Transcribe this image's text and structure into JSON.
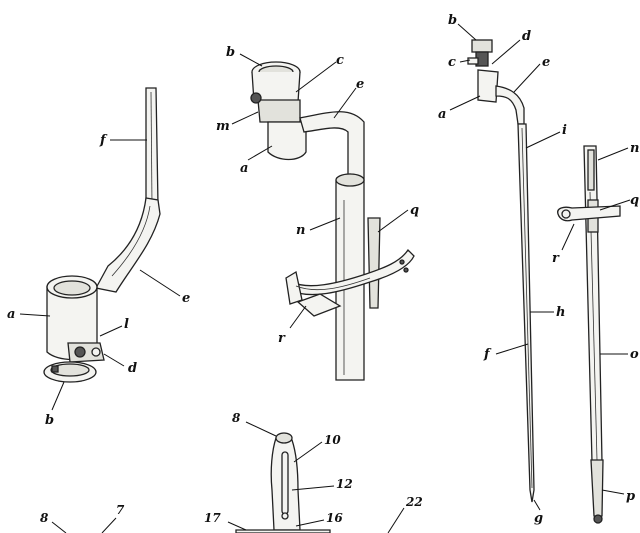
{
  "figures": {
    "fig1": {
      "labels": {
        "a": "a",
        "b": "b",
        "d": "d",
        "e": "e",
        "f": "f",
        "l": "l"
      }
    },
    "fig2": {
      "labels": {
        "a": "a",
        "b": "b",
        "c": "c",
        "e": "e",
        "m": "m",
        "n": "n",
        "q": "q",
        "r": "r"
      }
    },
    "fig3": {
      "labels": {
        "a": "a",
        "b": "b",
        "c": "c",
        "d": "d",
        "e": "e",
        "f": "f",
        "g": "g",
        "h": "h",
        "i": "i"
      }
    },
    "fig4": {
      "labels": {
        "n": "n",
        "o": "o",
        "p": "p",
        "q": "q",
        "r": "r"
      }
    },
    "fig5": {
      "labels": {
        "n8": "8",
        "n10": "10",
        "n12": "12",
        "n16": "16",
        "n17": "17"
      }
    },
    "partial": {
      "labels": {
        "n8": "8",
        "n7": "7",
        "n22": "22"
      }
    }
  },
  "colors": {
    "ink": "#111111",
    "fill_light": "#f4f4f1",
    "fill_mid": "#e2e2dc",
    "fill_dark": "#555555",
    "background": "#ffffff"
  }
}
